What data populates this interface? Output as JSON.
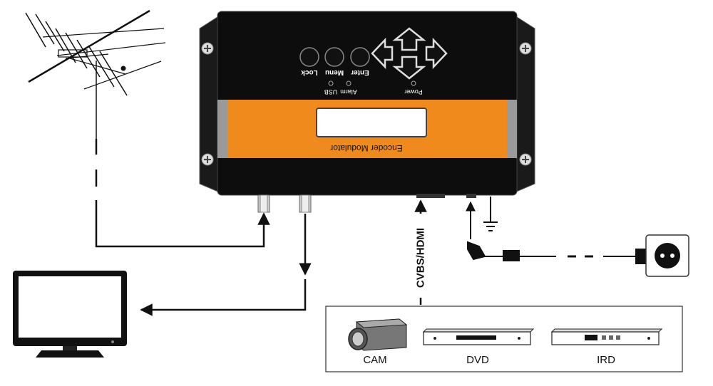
{
  "device": {
    "title": "Encoder Modulator",
    "buttons": [
      "Lock",
      "Menu",
      "Enter"
    ],
    "indicators": [
      "USB",
      "Alarm",
      "Power"
    ]
  },
  "connection_label": "CVBS/HDMI",
  "sources": [
    "CAM",
    "DVD",
    "IRD"
  ],
  "colors": {
    "orange": "#f08a1c",
    "body": "#0d0d0d",
    "line": "#111111"
  }
}
